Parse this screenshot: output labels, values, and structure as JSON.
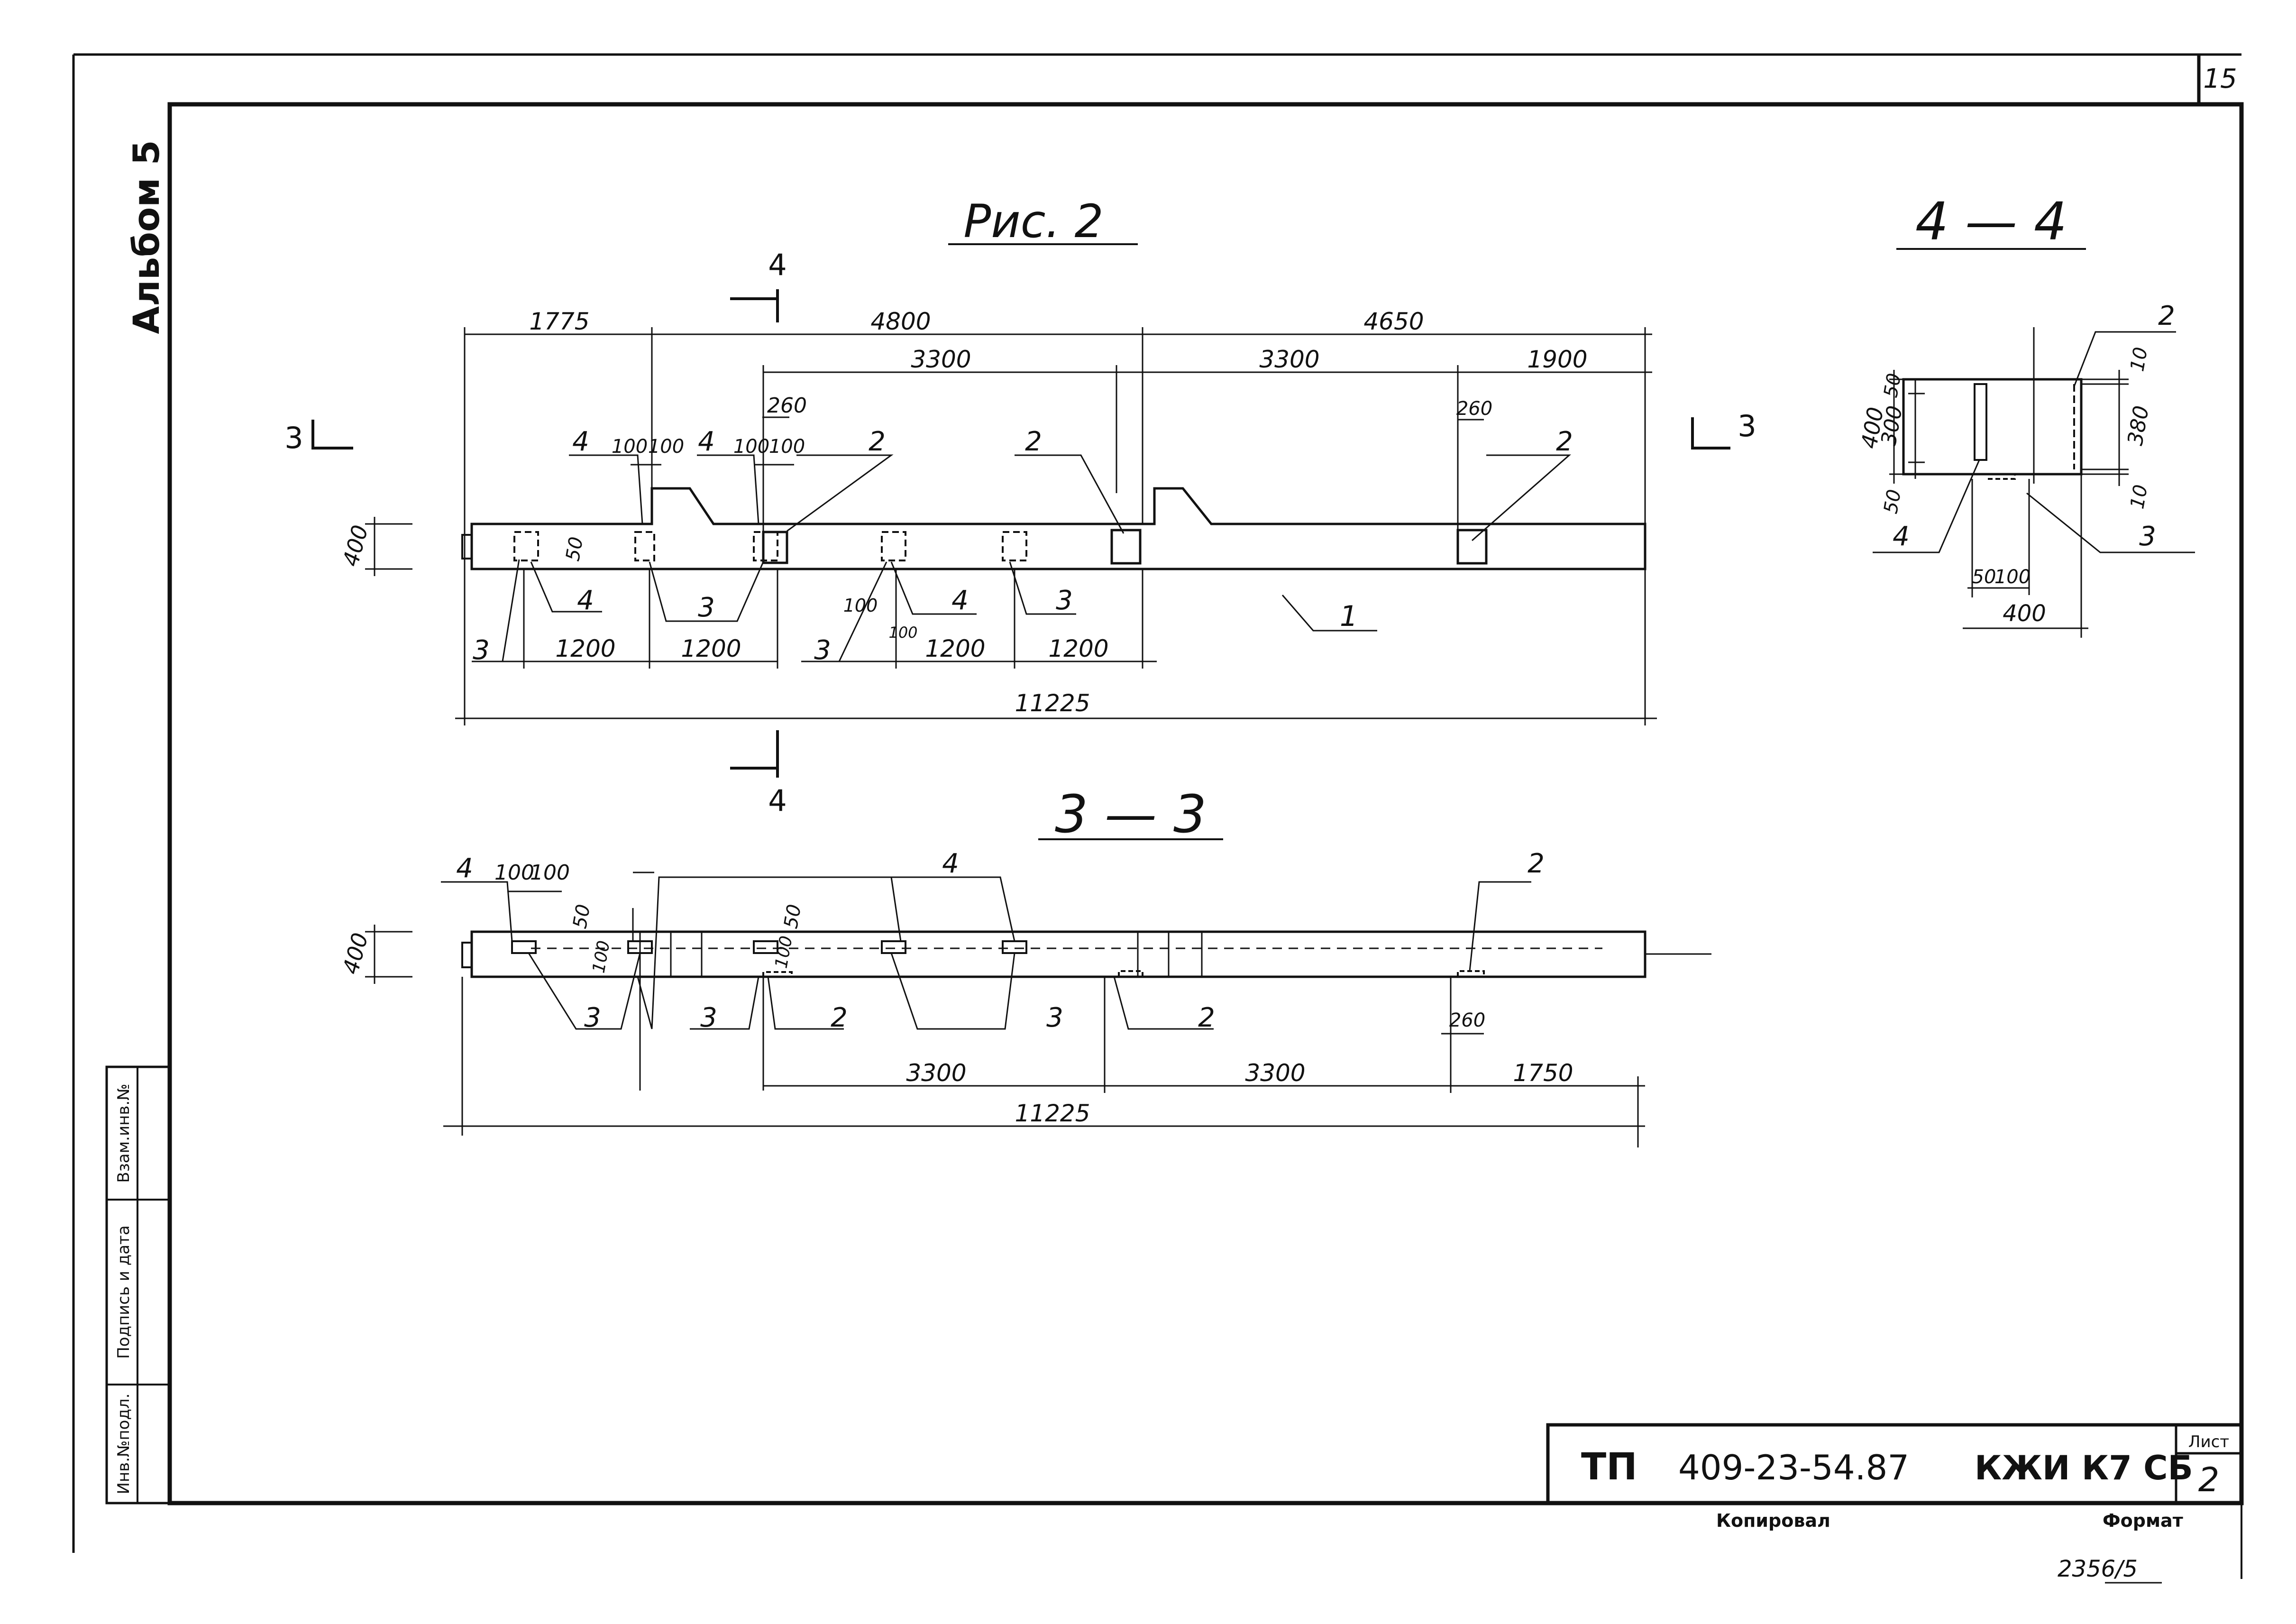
{
  "sheet": {
    "page_number": "15",
    "album_label": "Альбом 5"
  },
  "side_stamp": {
    "inv_podl": "Инв.№подл.",
    "podpis": "Подпись и дата",
    "vzam": "Взам.инв.№"
  },
  "title_block": {
    "tp": "ТП",
    "code": "409-23-54.87",
    "mark": "КЖИ К7 СБ",
    "list_label": "Лист",
    "list_number": "2",
    "copied_label": "Копировал",
    "format_label": "Формат",
    "sheet_code": "2356/5"
  },
  "figure": {
    "title": "Рис. 2",
    "cut_mark": "4",
    "cut_mark_side": "3",
    "dims_top": [
      "1775",
      "4800",
      "4650"
    ],
    "dims_row2": [
      "3300",
      "3300",
      "1900"
    ],
    "dim_260": "260",
    "dims_small": [
      "100",
      "100",
      "100",
      "100"
    ],
    "dim_height": "400",
    "dim_50": "50",
    "dims_bottom": [
      "1200",
      "1200",
      "1200",
      "1200"
    ],
    "dim_overall": "11225",
    "dims_100_low": [
      "100",
      "100"
    ],
    "labels": {
      "one": "1",
      "two": "2",
      "three": "3",
      "four": "4"
    }
  },
  "section_33": {
    "title": "3 — 3",
    "dims_top_small": [
      "100",
      "100"
    ],
    "dim_height": "400",
    "dim_50": "50",
    "dim_100": "100",
    "dim_260": "260",
    "dims_bottom": [
      "3300",
      "3300",
      "1750"
    ],
    "dim_overall": "11225",
    "labels": {
      "two": "2",
      "three": "3",
      "four": "4"
    }
  },
  "section_44": {
    "title": "4 — 4",
    "dim_400_height": "400",
    "dims_left": [
      "50",
      "300",
      "50"
    ],
    "dims_right": [
      "10",
      "380",
      "10"
    ],
    "dims_bottom": [
      "50",
      "100"
    ],
    "dim_width": "400",
    "labels": {
      "two": "2",
      "three": "3",
      "four": "4"
    }
  }
}
